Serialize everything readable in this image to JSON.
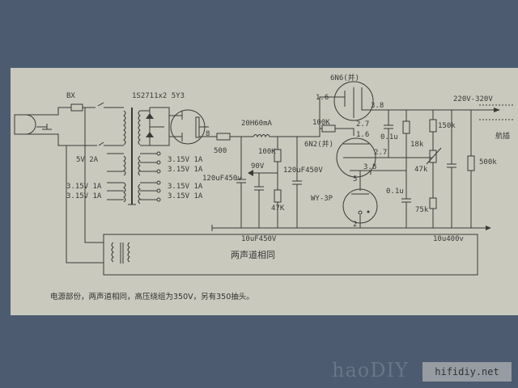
{
  "labels": {
    "fuse": "BX",
    "rectifier": "1S2711x2  5Y3",
    "pin8": "8",
    "r500": "500",
    "choke": "20H60mA",
    "w5v": "5V  2A",
    "w315a": "3.15V 1A",
    "w315b": "3.15V 1A",
    "w315c": "3.15V 1A",
    "w315d": "3.15V 1A",
    "w315e": "3.15V 1A",
    "w315f": "3.15V 1A",
    "c1": "120uF450v",
    "r100k": "100K",
    "v90": "90V",
    "c2": "120uF450V",
    "r47k": "47K",
    "c3": "10uF450V",
    "tube1": "6N6(并)",
    "t1p1": "1.6",
    "t1p2": "3.8",
    "r100k2": "100K",
    "t2p1": "2.7",
    "t2p2": "1.6",
    "tube2": "6N2(并)",
    "t2p3": "2.7",
    "t2p4": "3.8",
    "cap01a": "0.1u",
    "r18k": "18k",
    "r150k": "150k",
    "pot47k": "47k",
    "r500k": "500k",
    "vout": "220V-320V",
    "conn": "航插",
    "reg": "WY-3P",
    "pin5": "5",
    "pin2": "2",
    "cap01b": "0.1u",
    "r75k": "75k",
    "c4": "10u400v",
    "box": "两声道相同"
  },
  "caption": "电源部份，两声道相同，高压绕组为350V，另有350抽头。",
  "watermark": {
    "a": "haoDIY",
    "b": "hifidiy.net"
  },
  "colors": {
    "background": "#4c5b70",
    "paper": "#c9c9bd",
    "ink": "#3a3a3a"
  }
}
